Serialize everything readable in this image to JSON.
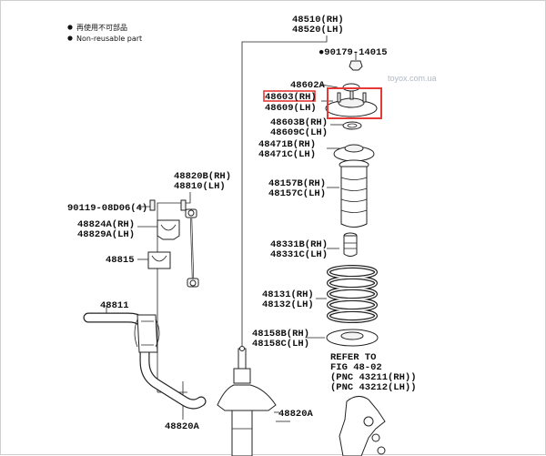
{
  "legend": [
    {
      "marker": "●",
      "text": "再使用不可部品"
    },
    {
      "marker": "●",
      "text": "Non-reusable part"
    }
  ],
  "watermark": "toyox.com.ua",
  "highlight_color": "#e53935",
  "labels": {
    "p48510": "48510(RH)",
    "p48520": "48520(LH)",
    "p90179": "●90179-14015",
    "p48602": "48602A",
    "p48603": "48603(RH)",
    "p48609": "48609(LH)",
    "p48603b": "48603B(RH)",
    "p48609c": "48609C(LH)",
    "p48471b": "48471B(RH)",
    "p48471c": "48471C(LH)",
    "p48157b": "48157B(RH)",
    "p48157c": "48157C(LH)",
    "p48331b": "48331B(RH)",
    "p48331c": "48331C(LH)",
    "p48131": "48131(RH)",
    "p48132": "48132(LH)",
    "p48158b": "48158B(RH)",
    "p48158c": "48158C(LH)",
    "p48820b": "48820B(RH)",
    "p48810": "48810(LH)",
    "p90119": "90119-08D06(4)",
    "p48824a": "48824A(RH)",
    "p48829a": "48829A(LH)",
    "p48815": "48815",
    "p48811": "48811",
    "p48820a_left": "48820A",
    "p48820a_right": "48820A",
    "refer1": "REFER TO",
    "refer2": "FIG 48-02",
    "refer3": "(PNC 43211(RH))",
    "refer4": "(PNC 43212(LH))"
  }
}
